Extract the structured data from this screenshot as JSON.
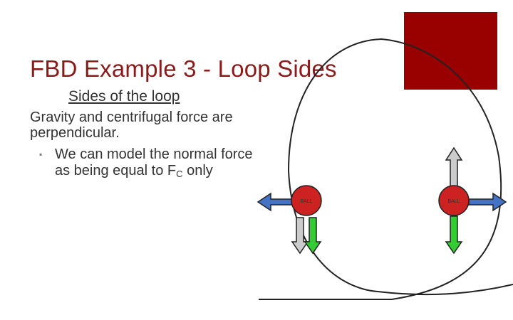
{
  "slide": {
    "title": "FBD Example 3 - Loop Sides",
    "subtitle": "Sides of the loop",
    "body": "Gravity and centrifugal force are perpendicular.",
    "bullet": {
      "text_before": "We can model the normal force as being equal to F",
      "subscript": "C",
      "text_after": " only"
    }
  },
  "diagram": {
    "ball_left_label": "BALL",
    "ball_right_label": "BALL"
  },
  "colors": {
    "accent_box": "#990000",
    "title": "#8b1a1a",
    "ball": "#cc2222",
    "normal_arrow": "#4472c4",
    "gravity_arrow": "#33cc33",
    "centrifugal_arrow": "#cccccc"
  }
}
